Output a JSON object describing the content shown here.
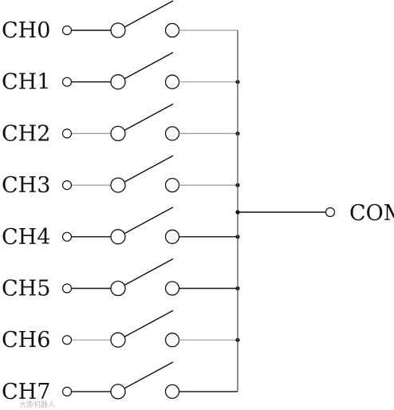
{
  "diagram": {
    "channels": [
      {
        "label": "CH0"
      },
      {
        "label": "CH1"
      },
      {
        "label": "CH2"
      },
      {
        "label": "CH3"
      },
      {
        "label": "CH4"
      },
      {
        "label": "CH5"
      },
      {
        "label": "CH6"
      },
      {
        "label": "CH7"
      }
    ],
    "common": {
      "label": "COM"
    },
    "watermark": "大鱼机器人"
  },
  "colors": {
    "wire": "#111111",
    "light_wire": "#9a9a9a",
    "bus": "#555555",
    "background": "#ffffff"
  }
}
